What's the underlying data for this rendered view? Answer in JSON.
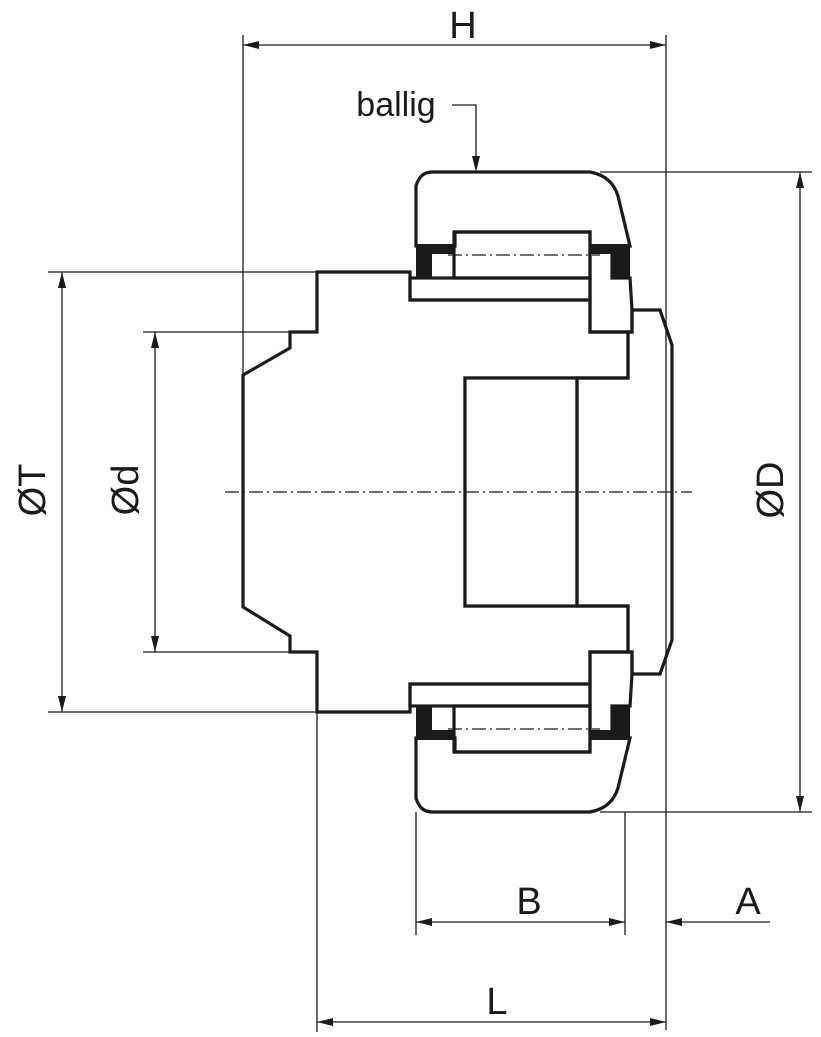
{
  "labels": {
    "H": "H",
    "ballig": "ballig",
    "T": "ØT",
    "d": "Ød",
    "D": "ØD",
    "B": "B",
    "A": "A",
    "L": "L"
  },
  "colors": {
    "line": "#1a1a1a",
    "background": "#ffffff"
  }
}
